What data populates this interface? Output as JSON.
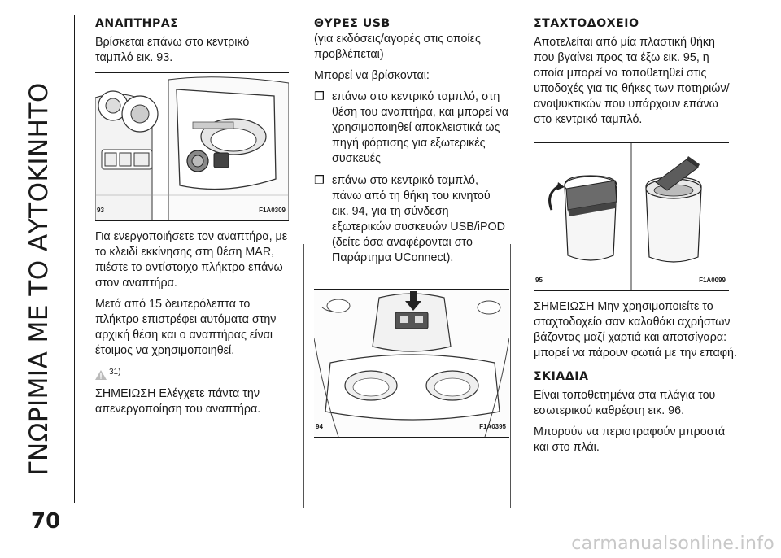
{
  "section_title": "ΓΝΩΡΙΜΙΑ ΜΕ ΤΟ ΑΥΤΟΚΙΝΗΤΟ",
  "page_number": "70",
  "watermark": "carmanualsonline.info",
  "col1": {
    "heading": "ΑΝΑΠΤΗΡΑΣ",
    "intro": "Βρίσκεται επάνω στο κεντρικό ταμπλό εικ. 93.",
    "figure": {
      "number": "93",
      "code": "F1A0309"
    },
    "p1": "Για ενεργοποιήσετε τον αναπτήρα, με το κλειδί εκκίνησης στη θέση MAR, πιέστε το αντίστοιχο πλήκτρο επάνω στον αναπτήρα.",
    "p2": "Μετά από 15 δευτερόλεπτα το πλήκτρο επιστρέφει αυτόματα στην αρχική θέση και ο αναπτήρας είναι έτοιμος να χρησιμοποιηθεί.",
    "warning_ref": "31)",
    "p3": "ΣΗΜΕΙΩΣΗ Ελέγχετε πάντα την απενεργοποίηση του αναπτήρα."
  },
  "col2": {
    "heading": "ΘΥΡΕΣ USB",
    "subheading": "(για εκδόσεις/αγορές στις οποίες προβλέπεται)",
    "intro": "Μπορεί να βρίσκονται:",
    "bullet_mark": "❒",
    "bullet1": "επάνω στο κεντρικό ταμπλό, στη θέση του αναπτήρα, και μπορεί να χρησιμοποιηθεί αποκλειστικά ως πηγή φόρτισης για εξωτερικές συσκευές",
    "bullet2": "επάνω στο κεντρικό ταμπλό, πάνω από τη θήκη του κινητού εικ. 94, για τη σύνδεση εξωτερικών συσκευών USB/iPOD (δείτε όσα αναφέρονται στο Παράρτημα UConnect).",
    "figure": {
      "number": "94",
      "code": "F1A0395"
    }
  },
  "col3": {
    "heading": "ΣΤΑΧΤΟΔΟΧΕΙΟ",
    "p1": "Αποτελείται από μία πλαστική θήκη που βγαίνει προς τα έξω εικ. 95, η οποία μπορεί να τοποθετηθεί στις υποδοχές για τις θήκες των ποτηριών/αναψυκτικών που υπάρχουν επάνω στο κεντρικό ταμπλό.",
    "figure": {
      "number": "95",
      "code": "F1A0099"
    },
    "p2": "ΣΗΜΕΙΩΣΗ Μην χρησιμοποιείτε το σταχτοδοχείο σαν καλαθάκι αχρήστων βάζοντας μαζί χαρτιά και αποτσίγαρα: μπορεί να πάρουν φωτιά με την επαφή.",
    "heading2": "ΣΚΙΑΔΙΑ",
    "p3": "Είναι τοποθετημένα στα πλάγια του εσωτερικού καθρέφτη εικ. 96.",
    "p4": "Μπορούν να περιστραφούν μπροστά και στο πλάι."
  }
}
